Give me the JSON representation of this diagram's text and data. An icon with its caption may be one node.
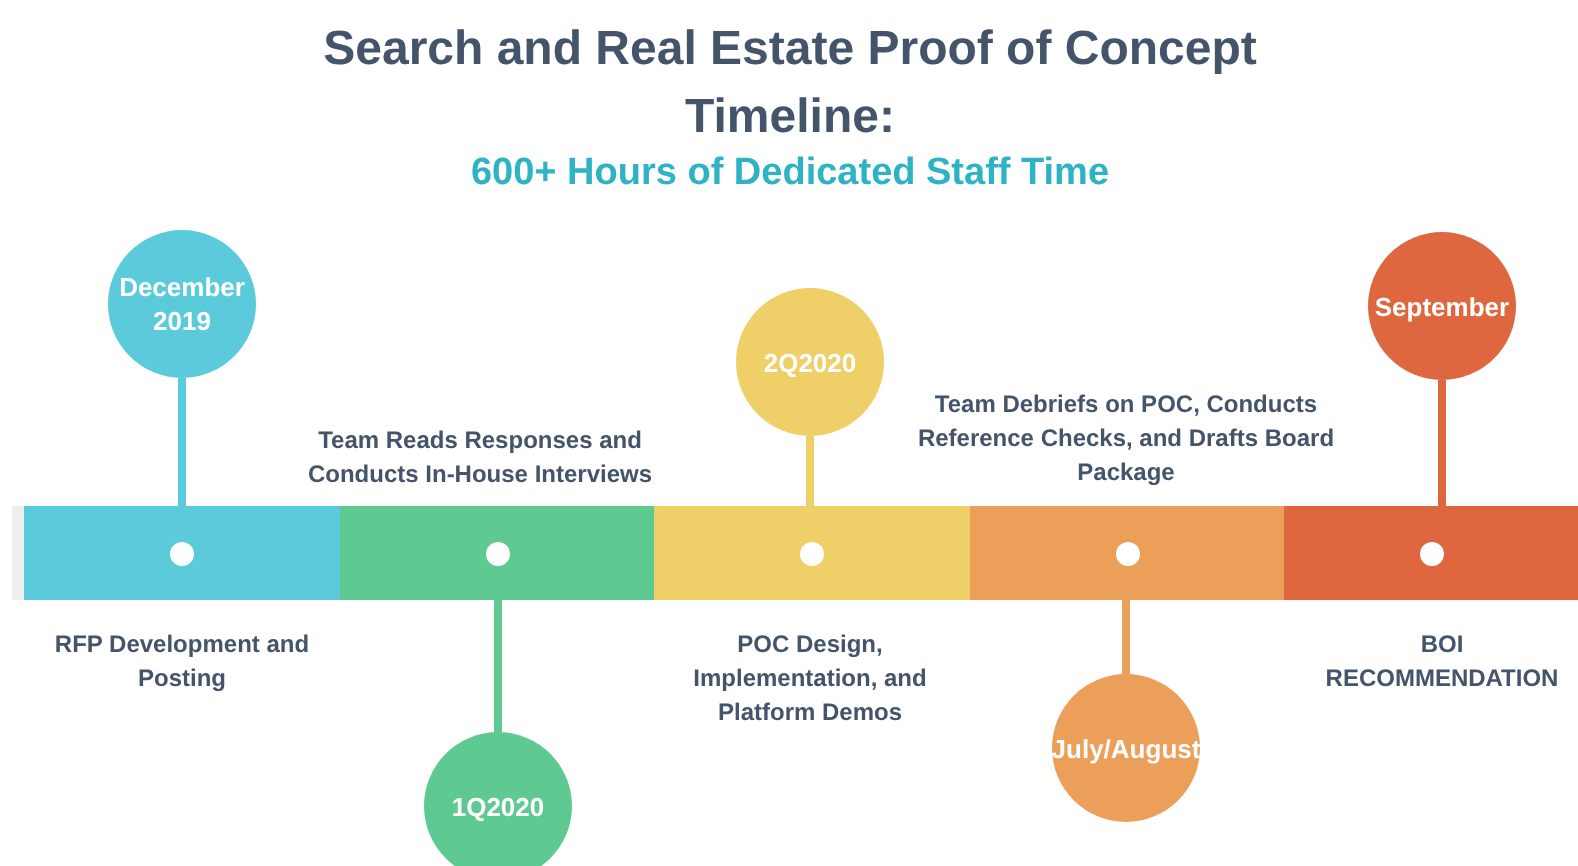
{
  "diagram": {
    "title": "Search and Real Estate Proof of Concept Timeline:",
    "labels": [
      "600+ Hours of Dedicated Staff Time"
    ],
    "nodes": [
      {
        "text": [
          "December 2019"
        ]
      },
      {
        "text": [
          "1Q2020"
        ]
      },
      {
        "text": [
          "2Q2020"
        ]
      },
      {
        "text": [
          "July/August"
        ]
      },
      {
        "text": [
          "September"
        ]
      },
      {
        "text": [],
        "shape": "bar",
        "beside": [
          "RFP Development and Posting"
        ]
      },
      {
        "text": [],
        "shape": "bar",
        "beside": [
          "Team Reads Responses and Conducts In-House Interviews"
        ]
      },
      {
        "text": [],
        "shape": "bar",
        "beside": [
          "POC Design, Implementation, and Platform Demos"
        ]
      },
      {
        "text": [],
        "shape": "bar",
        "beside": [
          "Team Debriefs on POC, Conducts Reference Checks, and Drafts Board Package"
        ]
      },
      {
        "text": [],
        "shape": "bar",
        "beside": [
          "BOI RECOMMENDATION"
        ]
      }
    ],
    "edges": [
      {
        "from": 0,
        "to": 5,
        "arrow": "none",
        "color": "#5bcbdb"
      },
      {
        "from": 1,
        "to": 6,
        "arrow": "none",
        "color": "#5fc992"
      },
      {
        "from": 2,
        "to": 7,
        "arrow": "none",
        "color": "#eecf68"
      },
      {
        "from": 3,
        "to": 8,
        "arrow": "none",
        "color": "#eb9f58"
      },
      {
        "from": 4,
        "to": 9,
        "arrow": "none",
        "color": "#de6740"
      }
    ]
  }
}
